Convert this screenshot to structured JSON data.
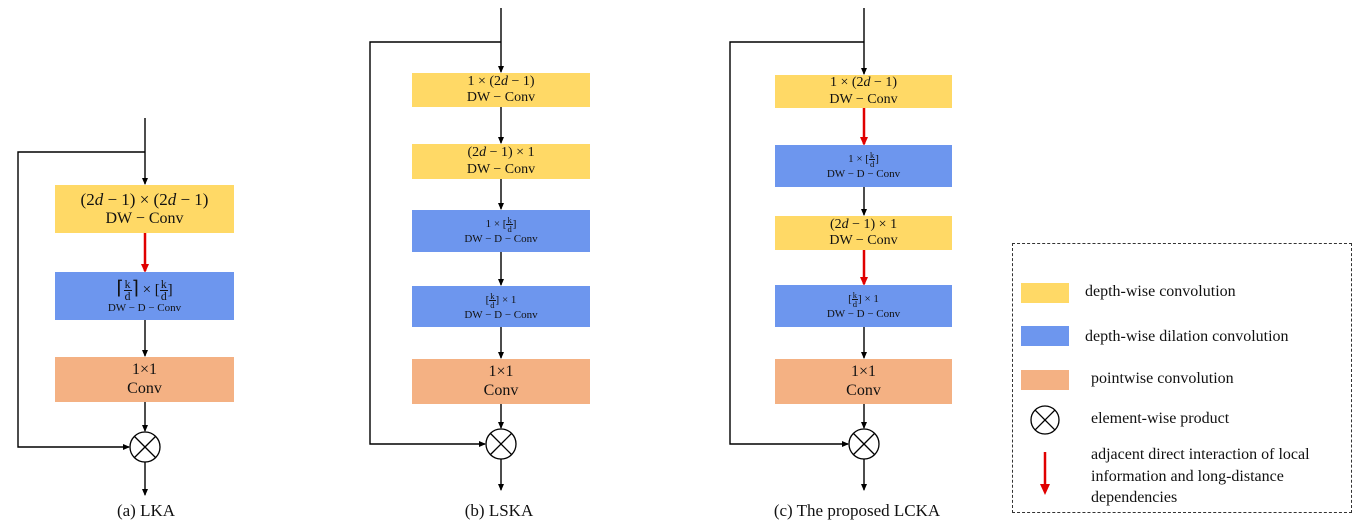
{
  "diagrams": [
    {
      "caption": "(a) LKA",
      "blocks": [
        {
          "kind": "depthwise",
          "line1": "(2d − 1) × (2d − 1)",
          "line2": "DW − Conv"
        },
        {
          "kind": "dilation",
          "line1": "⌈k/d⌉ × [k/d]",
          "line2": "DW − D − Conv"
        },
        {
          "kind": "pointwise",
          "line1": "1×1",
          "line2": "Conv"
        }
      ]
    },
    {
      "caption": "(b) LSKA",
      "blocks": [
        {
          "kind": "depthwise",
          "line1": "1 × (2d − 1)",
          "line2": "DW − Conv"
        },
        {
          "kind": "depthwise",
          "line1": "(2d − 1) × 1",
          "line2": "DW − Conv"
        },
        {
          "kind": "dilation",
          "line1": "1 × [k/d]",
          "line2": "DW − D − Conv"
        },
        {
          "kind": "dilation",
          "line1": "[k/d] × 1",
          "line2": "DW − D − Conv"
        },
        {
          "kind": "pointwise",
          "line1": "1×1",
          "line2": "Conv"
        }
      ]
    },
    {
      "caption": "(c) The proposed LCKA",
      "blocks": [
        {
          "kind": "depthwise",
          "line1": "1 × (2d − 1)",
          "line2": "DW − Conv"
        },
        {
          "kind": "dilation",
          "line1": "1 × [k/d]",
          "line2": "DW − D − Conv"
        },
        {
          "kind": "depthwise",
          "line1": "(2d − 1) × 1",
          "line2": "DW − Conv"
        },
        {
          "kind": "dilation",
          "line1": "[k/d] × 1",
          "line2": "DW − D − Conv"
        },
        {
          "kind": "pointwise",
          "line1": "1×1",
          "line2": "Conv"
        }
      ]
    }
  ],
  "legend": {
    "items": [
      {
        "swatch": "depthwise",
        "label": "depth-wise convolution"
      },
      {
        "swatch": "dilation",
        "label": "depth-wise dilation convolution"
      },
      {
        "swatch": "pointwise",
        "label": "pointwise convolution"
      },
      {
        "swatch": "product",
        "label": "element-wise product"
      },
      {
        "swatch": "red-arrow",
        "label": "adjacent direct interaction of local information and long-distance dependencies"
      }
    ]
  },
  "colors": {
    "depthwise": "#FFD966",
    "dilation": "#6D96EE",
    "pointwise": "#F4B183",
    "interaction_arrow": "#E00000",
    "line": "#000000"
  }
}
